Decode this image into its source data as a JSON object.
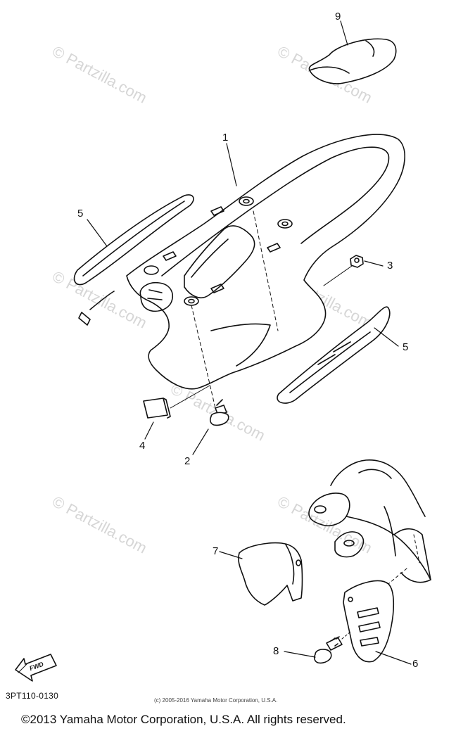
{
  "watermarks": [
    "© Partzilla.com",
    "© Partzilla.com",
    "© Partzilla.com",
    "© Partzilla.com",
    "© Partzilla.com",
    "© Partzilla.com",
    "© Partzilla.com"
  ],
  "callouts": {
    "c1": "1",
    "c2": "2",
    "c3": "3",
    "c4": "4",
    "c5a": "5",
    "c5b": "5",
    "c6": "6",
    "c7": "7",
    "c8": "8",
    "c9": "9"
  },
  "fwd_label": "FWD",
  "part_code": "3PT110-0130",
  "small_copyright": "(c) 2005-2016 Yamaha Motor Corporation, U.S.A.",
  "footer_copyright": "©2013 Yamaha Motor Corporation, U.S.A. All rights reserved."
}
